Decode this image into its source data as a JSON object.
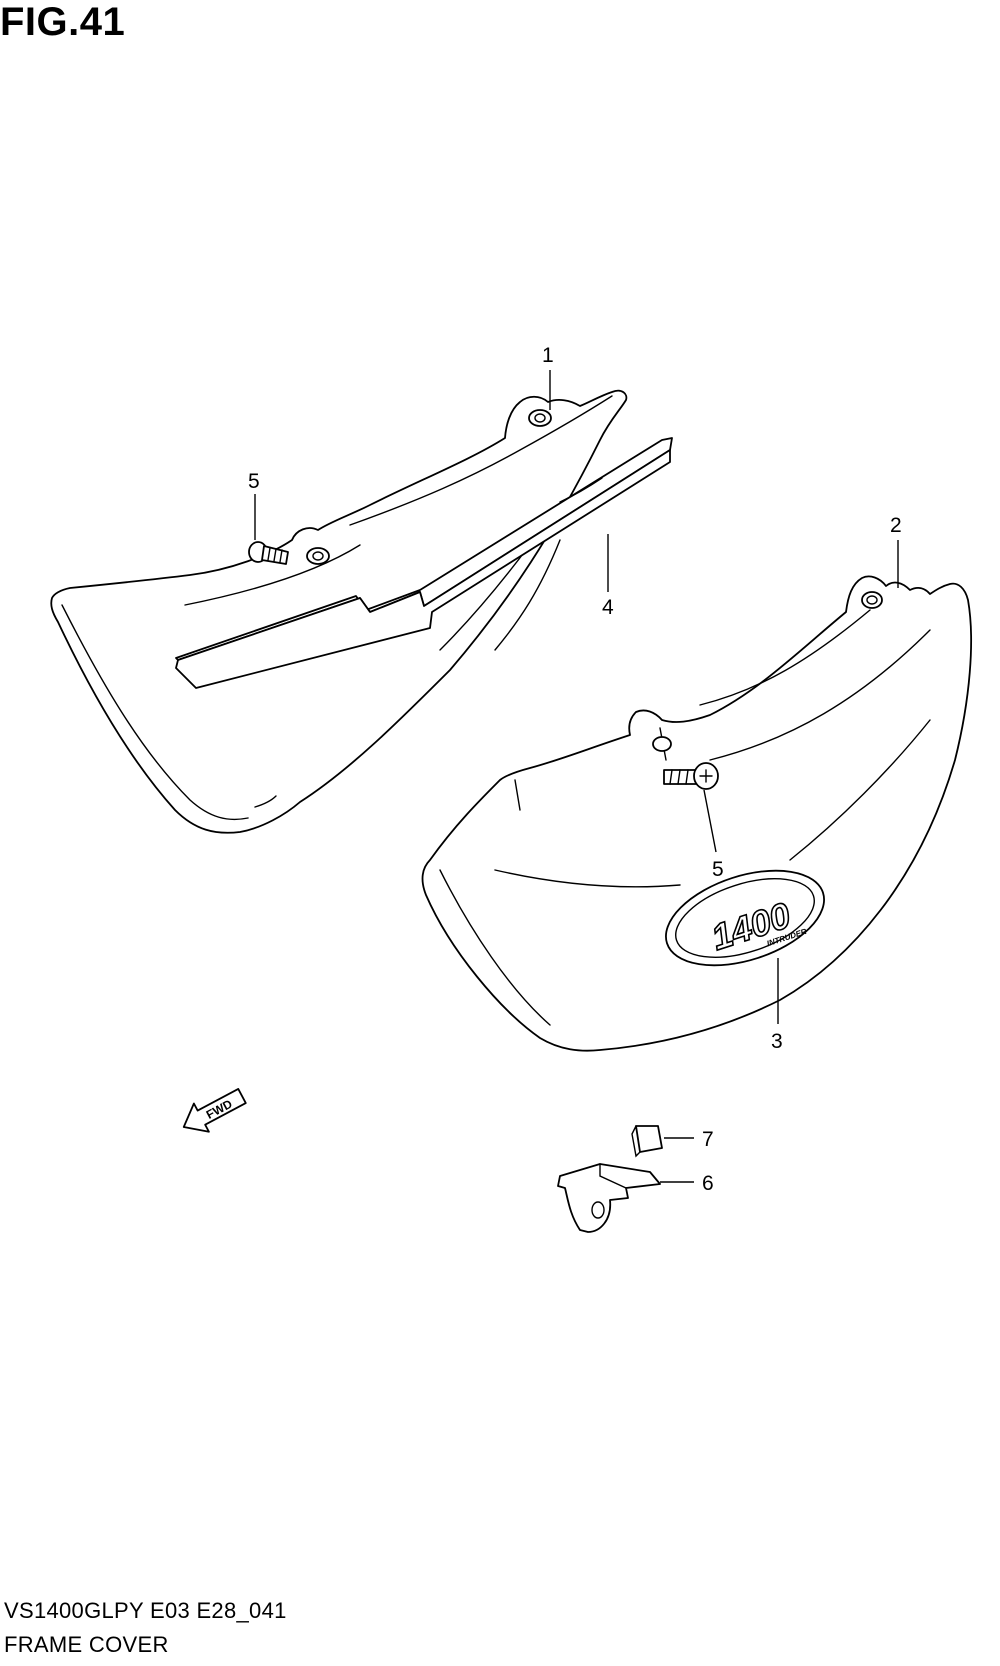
{
  "figure": {
    "title": "FIG.41",
    "model_code": "VS1400GLPY E03 E28_041",
    "section_name": "FRAME COVER"
  },
  "callouts": [
    {
      "id": "c1",
      "label": "1"
    },
    {
      "id": "c2",
      "label": "2"
    },
    {
      "id": "c3",
      "label": "3"
    },
    {
      "id": "c4",
      "label": "4"
    },
    {
      "id": "c5a",
      "label": "5"
    },
    {
      "id": "c5b",
      "label": "5"
    },
    {
      "id": "c6",
      "label": "6"
    },
    {
      "id": "c7",
      "label": "7"
    }
  ],
  "emblem": {
    "text": "1400",
    "subtext": "INTRUDER"
  },
  "direction_arrow": {
    "label": "FWD"
  }
}
